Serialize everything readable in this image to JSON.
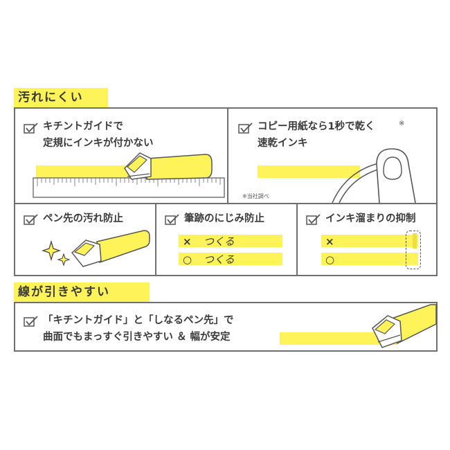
{
  "section1": {
    "title": "汚れにくい",
    "panel1": {
      "line1": "キチントガイドで",
      "line2": "定規にインキが付かない"
    },
    "panel2": {
      "line1": "コピー用紙なら1秒で乾く",
      "mark": "※",
      "line2": "速乾インキ",
      "note": "※当社調べ"
    },
    "panel3": {
      "label": "ペン先の汚れ防止"
    },
    "panel4": {
      "label": "筆跡のにじみ防止",
      "bad_symbol": "×",
      "good_symbol": "○",
      "sample": "つくる"
    },
    "panel5": {
      "label": "インキ溜まりの抑制",
      "bad_symbol": "×",
      "good_symbol": "○"
    }
  },
  "section2": {
    "title": "線が引きやすい",
    "panel": {
      "line1": "「キチントガイド」と「しなるペン先」で",
      "line2": "曲面でもまっすぐ引きやすい ＆ 幅が安定"
    }
  },
  "colors": {
    "highlight": "#fff35a",
    "border": "#6f6f6f",
    "text": "#3a3a3a"
  }
}
